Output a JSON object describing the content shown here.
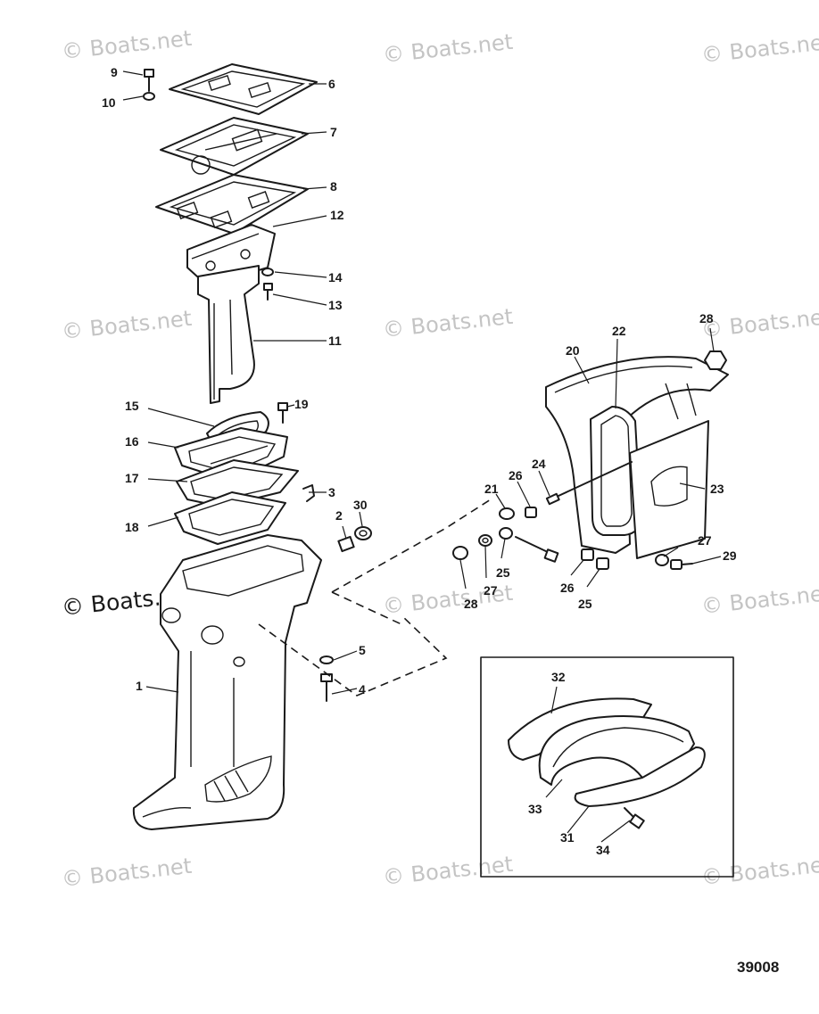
{
  "watermark_text": "© Boats.net",
  "figure_number": "39008",
  "callouts": {
    "c1": "1",
    "c2": "2",
    "c3": "3",
    "c4": "4",
    "c5": "5",
    "c6": "6",
    "c7": "7",
    "c8": "8",
    "c9": "9",
    "c10": "10",
    "c11": "11",
    "c12": "12",
    "c13": "13",
    "c14": "14",
    "c15": "15",
    "c16": "16",
    "c17": "17",
    "c18": "18",
    "c19": "19",
    "c20": "20",
    "c21": "21",
    "c22": "22",
    "c23": "23",
    "c24": "24",
    "c25a": "25",
    "c25b": "25",
    "c26a": "26",
    "c26b": "26",
    "c27a": "27",
    "c27b": "27",
    "c28a": "28",
    "c28b": "28",
    "c29": "29",
    "c30": "30",
    "c31": "31",
    "c32": "32",
    "c33": "33",
    "c34": "34"
  }
}
